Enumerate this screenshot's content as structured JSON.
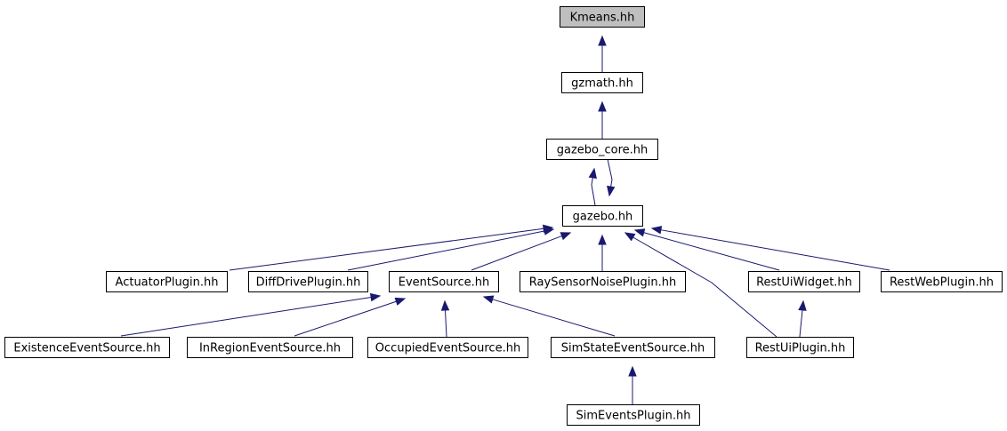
{
  "colors": {
    "edge": "#191970",
    "node_fill": "#ffffff",
    "highlight_fill": "#bfbfbf",
    "border": "#000000",
    "text": "#000000"
  },
  "diagram": {
    "type": "include-dependency-graph",
    "nodes": [
      {
        "id": "kmeans",
        "label": "Kmeans.hh",
        "highlight": true
      },
      {
        "id": "gzmath",
        "label": "gzmath.hh"
      },
      {
        "id": "gazebo_core",
        "label": "gazebo_core.hh"
      },
      {
        "id": "gazebo",
        "label": "gazebo.hh"
      },
      {
        "id": "actuator",
        "label": "ActuatorPlugin.hh"
      },
      {
        "id": "diffdrive",
        "label": "DiffDrivePlugin.hh"
      },
      {
        "id": "eventsource",
        "label": "EventSource.hh"
      },
      {
        "id": "raysensor",
        "label": "RaySensorNoisePlugin.hh"
      },
      {
        "id": "restuiwidget",
        "label": "RestUiWidget.hh"
      },
      {
        "id": "restweb",
        "label": "RestWebPlugin.hh"
      },
      {
        "id": "existence",
        "label": "ExistenceEventSource.hh"
      },
      {
        "id": "inregion",
        "label": "InRegionEventSource.hh"
      },
      {
        "id": "occupied",
        "label": "OccupiedEventSource.hh"
      },
      {
        "id": "simstate",
        "label": "SimStateEventSource.hh"
      },
      {
        "id": "restuiplugin",
        "label": "RestUiPlugin.hh"
      },
      {
        "id": "simevents",
        "label": "SimEventsPlugin.hh"
      }
    ],
    "edges": [
      {
        "from": "gzmath",
        "to": "kmeans"
      },
      {
        "from": "gazebo_core",
        "to": "gzmath"
      },
      {
        "from": "gazebo",
        "to": "gazebo_core"
      },
      {
        "from": "gazebo_core",
        "to": "gazebo"
      },
      {
        "from": "actuator",
        "to": "gazebo"
      },
      {
        "from": "diffdrive",
        "to": "gazebo"
      },
      {
        "from": "eventsource",
        "to": "gazebo"
      },
      {
        "from": "raysensor",
        "to": "gazebo"
      },
      {
        "from": "restuiplugin",
        "to": "gazebo"
      },
      {
        "from": "restuiwidget",
        "to": "gazebo"
      },
      {
        "from": "restweb",
        "to": "gazebo"
      },
      {
        "from": "existence",
        "to": "eventsource"
      },
      {
        "from": "inregion",
        "to": "eventsource"
      },
      {
        "from": "occupied",
        "to": "eventsource"
      },
      {
        "from": "simstate",
        "to": "eventsource"
      },
      {
        "from": "restuiplugin",
        "to": "restuiwidget"
      },
      {
        "from": "simevents",
        "to": "simstate"
      }
    ]
  }
}
